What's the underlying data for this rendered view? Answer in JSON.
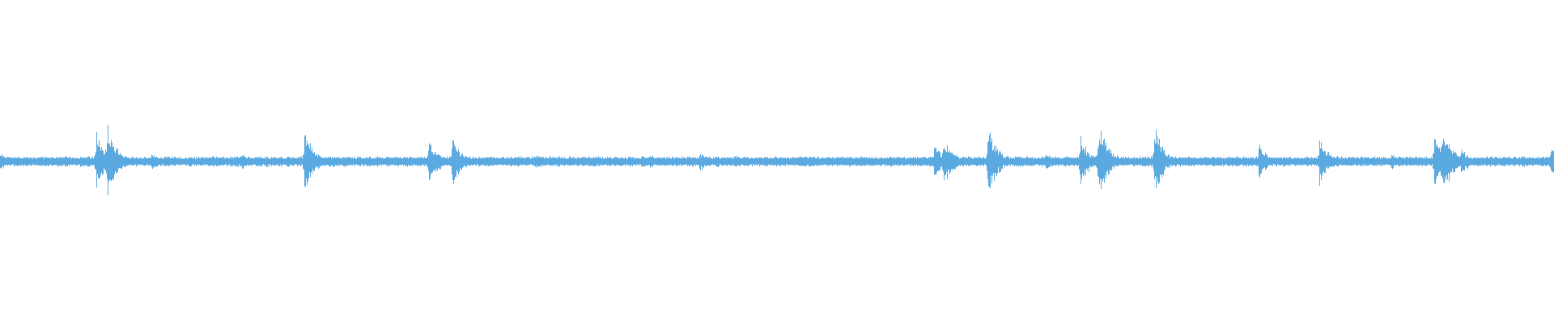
{
  "waveform": {
    "color": "#5aa9e0",
    "baseline_amplitude": 0.035,
    "events": [
      {
        "t": 0.0,
        "amp": 0.06
      },
      {
        "t": 0.062,
        "amp": 0.22
      },
      {
        "t": 0.069,
        "amp": 0.25
      },
      {
        "t": 0.097,
        "amp": 0.06
      },
      {
        "t": 0.155,
        "amp": 0.06
      },
      {
        "t": 0.196,
        "amp": 0.22
      },
      {
        "t": 0.276,
        "amp": 0.17
      },
      {
        "t": 0.291,
        "amp": 0.18
      },
      {
        "t": 0.344,
        "amp": 0.06
      },
      {
        "t": 0.418,
        "amp": 0.06
      },
      {
        "t": 0.45,
        "amp": 0.07
      },
      {
        "t": 0.601,
        "amp": 0.13
      },
      {
        "t": 0.607,
        "amp": 0.18
      },
      {
        "t": 0.636,
        "amp": 0.26
      },
      {
        "t": 0.673,
        "amp": 0.06
      },
      {
        "t": 0.695,
        "amp": 0.18
      },
      {
        "t": 0.707,
        "amp": 0.28
      },
      {
        "t": 0.743,
        "amp": 0.24
      },
      {
        "t": 0.81,
        "amp": 0.13
      },
      {
        "t": 0.849,
        "amp": 0.16
      },
      {
        "t": 0.895,
        "amp": 0.06
      },
      {
        "t": 0.923,
        "amp": 0.22
      },
      {
        "t": 0.928,
        "amp": 0.28
      },
      {
        "t": 0.94,
        "amp": 0.1
      },
      {
        "t": 0.998,
        "amp": 0.15
      }
    ]
  }
}
